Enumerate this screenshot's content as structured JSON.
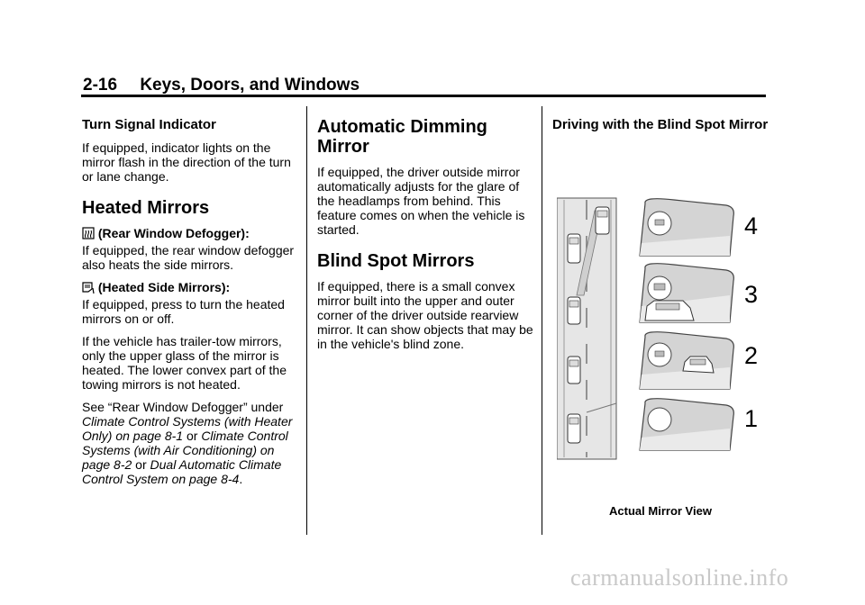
{
  "header": {
    "page_number": "2-16",
    "section_title": "Keys, Doors, and Windows"
  },
  "col1": {
    "turn_signal": {
      "heading": "Turn Signal Indicator",
      "body": "If equipped, indicator lights on the mirror flash in the direction of the turn or lane change."
    },
    "heated": {
      "heading": "Heated Mirrors",
      "rear_defog_label": "(Rear Window Defogger):",
      "rear_defog_body": "If equipped, the rear window defogger also heats the side mirrors.",
      "side_mirrors_label": "(Heated Side Mirrors):",
      "side_mirrors_body": "If equipped, press to turn the heated mirrors on or off.",
      "trailer_body": "If the vehicle has trailer-tow mirrors, only the upper glass of the mirror is heated. The lower convex part of the towing mirrors is not heated.",
      "see_prefix": "See “Rear Window Defogger” under ",
      "ref1": "Climate Control Systems (with Heater Only) on page 8-1",
      "or1": " or ",
      "ref2": "Climate Control Systems (with Air Conditioning) on page 8-2",
      "or2": " or ",
      "ref3": "Dual Automatic Climate Control System on page 8-4",
      "end": "."
    }
  },
  "col2": {
    "auto_dim": {
      "heading": "Automatic Dimming Mirror",
      "body": "If equipped, the driver outside mirror automatically adjusts for the glare of the headlamps from behind. This feature comes on when the vehicle is started."
    },
    "blind_spot": {
      "heading": "Blind Spot Mirrors",
      "body": "If equipped, there is a small convex mirror built into the upper and outer corner of the driver outside rearview mirror. It can show objects that may be in the vehicle's blind zone."
    }
  },
  "col3": {
    "heading": "Driving with the Blind Spot Mirror",
    "figure_labels": [
      "4",
      "3",
      "2",
      "1"
    ],
    "caption": "Actual Mirror View"
  },
  "footer": {
    "watermark": "carmanualsonline.info"
  }
}
